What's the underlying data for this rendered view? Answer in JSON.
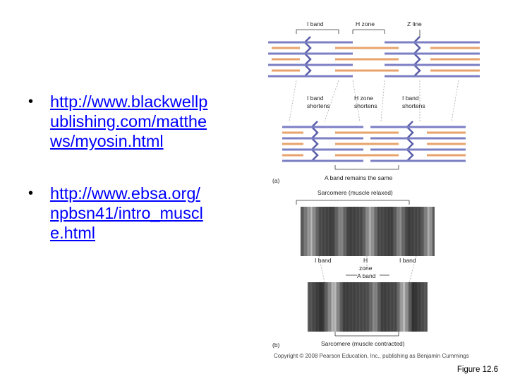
{
  "bullets": [
    {
      "link": "http://www.blackwellpublishing.com/matthews/myosin.html"
    },
    {
      "link": "http://www.ebsa.org/npbsn41/intro_muscle.html"
    }
  ],
  "figure_a": {
    "top_labels": {
      "i_band": "I band",
      "h_zone": "H zone",
      "z_line": "Z line"
    },
    "mid_labels": {
      "i_band_left": [
        "I band",
        "shortens"
      ],
      "h_zone": [
        "H zone",
        "shortens"
      ],
      "i_band_right": [
        "I band",
        "shortens"
      ]
    },
    "a_band_note": "A band remains the same",
    "panel_letter": "(a)"
  },
  "figure_b": {
    "relaxed_label": "Sarcomere (muscle relaxed)",
    "i_band_left": "I band",
    "h_zone": [
      "H",
      "zone"
    ],
    "i_band_right": "I band",
    "a_band": "A band",
    "contracted_label": "Sarcomere (muscle contracted)",
    "panel_letter": "(b)"
  },
  "copyright": "Copyright © 2008 Pearson Education, Inc., publishing as Benjamin Cummings",
  "caption": "Figure 12.6",
  "colors": {
    "link": "#0000ff",
    "thin_filament": "#7b7fc4",
    "thick_filament": "#e8a36b",
    "z_line": "#5a5ea8"
  }
}
